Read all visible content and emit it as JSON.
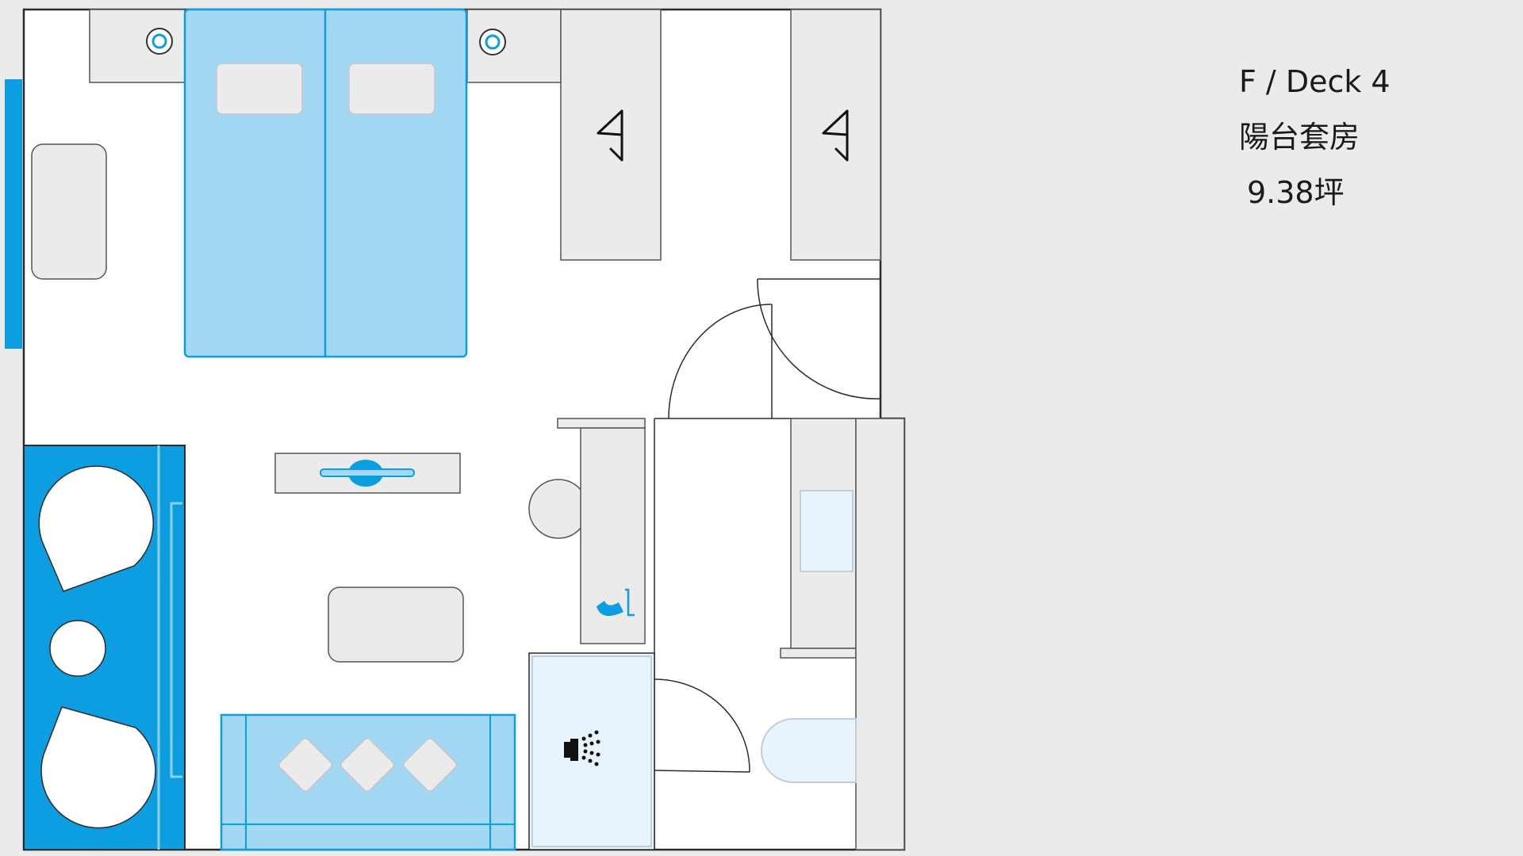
{
  "cabin": {
    "deck": "F / Deck 4",
    "room_type": "陽台套房",
    "area": "9.38坪"
  },
  "colors": {
    "balcony": "#0c9ee0",
    "furniture_blue": "#a3d8f4",
    "bathroom_fixture": "#e8f4fd",
    "furniture_gray": "#ebebeb",
    "wall": "#2b2b2b",
    "outer_background": "#ebebeb"
  },
  "icons": [
    "hanger-icon",
    "phone-icon",
    "shower-icon",
    "lamp-icon",
    "tv-icon"
  ]
}
